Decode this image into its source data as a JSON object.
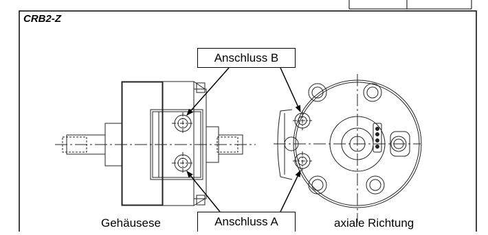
{
  "model": "CRB2-Z",
  "callouts": {
    "port_b": "Anschluss B",
    "port_a": "Anschluss A"
  },
  "captions": {
    "housing_side": "Gehäusese",
    "axial": "axiale Richtung"
  },
  "colors": {
    "line": "#000000",
    "background": "#ffffff"
  }
}
